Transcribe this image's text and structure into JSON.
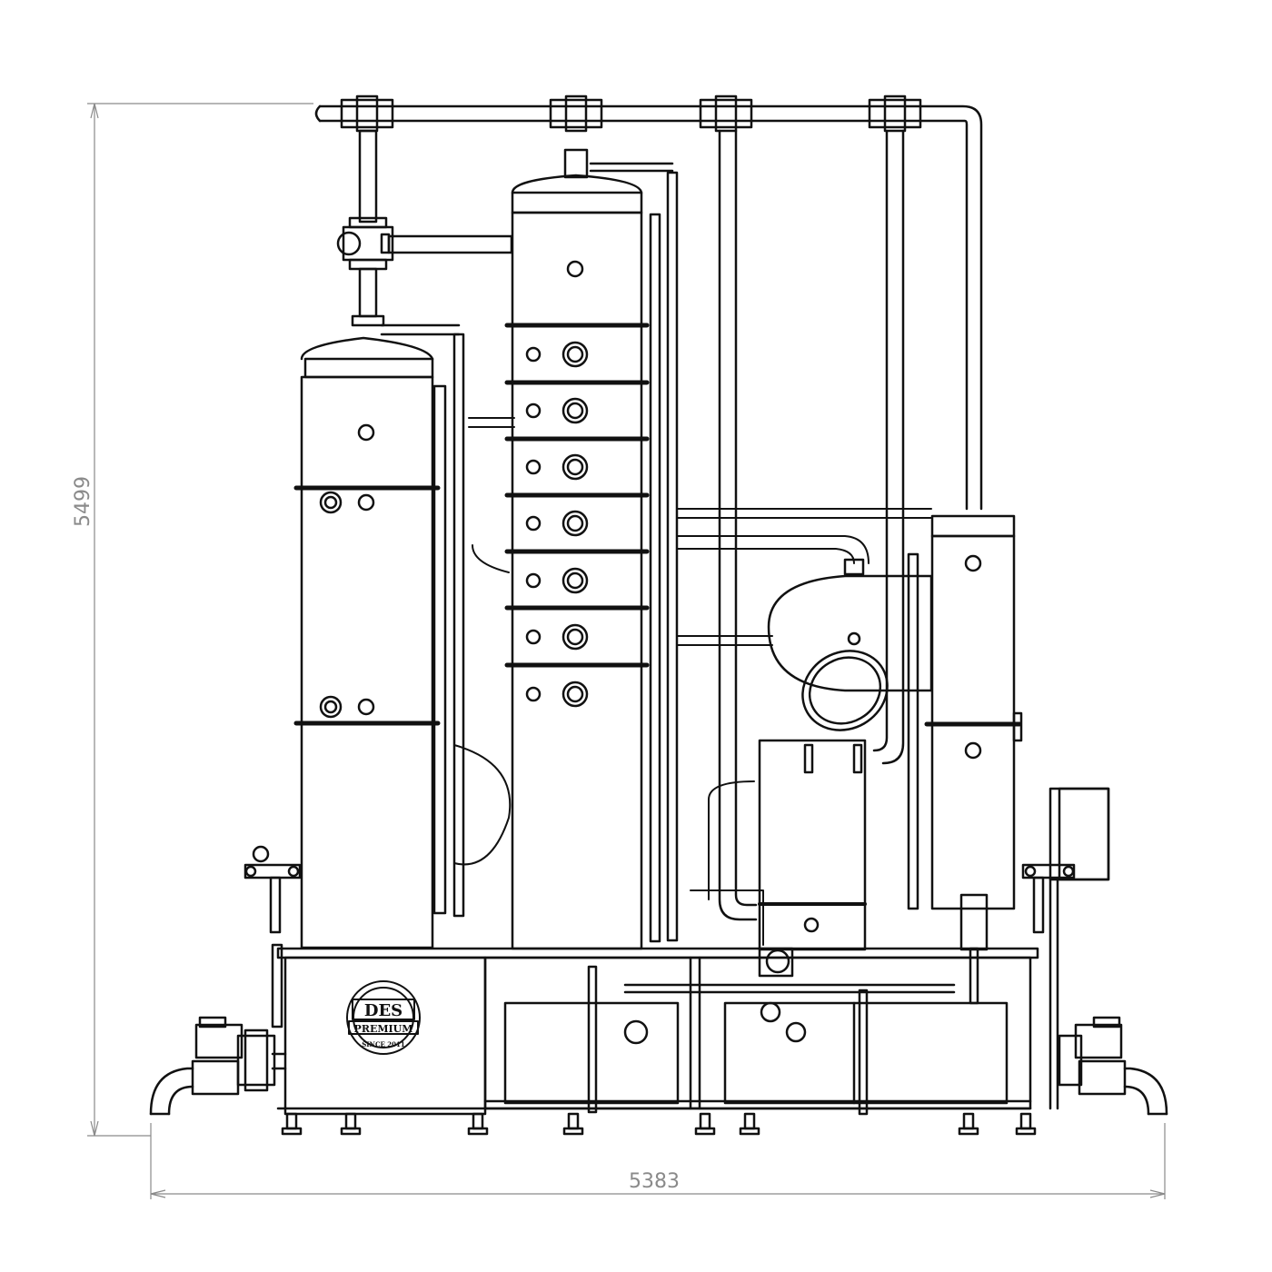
{
  "dimensions": {
    "height_label": "5499",
    "width_label": "5383",
    "color": "#8a8a8a"
  },
  "logo": {
    "brand": "DES",
    "line2": "PREMIUM",
    "line3": "SINCE 2011"
  },
  "colors": {
    "line": "#111111",
    "background": "#ffffff"
  }
}
